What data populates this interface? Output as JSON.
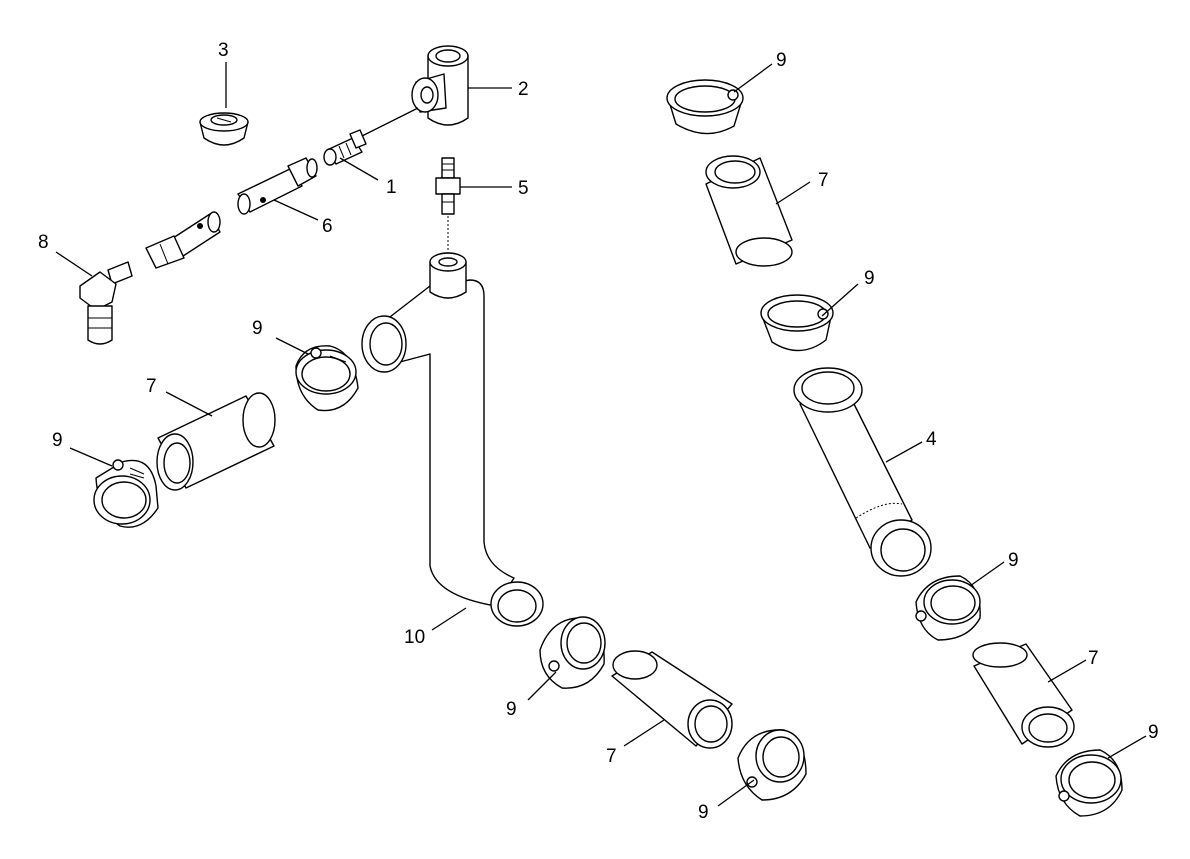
{
  "callouts": [
    {
      "id": "c1",
      "text": "1"
    },
    {
      "id": "c2",
      "text": "2"
    },
    {
      "id": "c3",
      "text": "3"
    },
    {
      "id": "c4",
      "text": "4"
    },
    {
      "id": "c5",
      "text": "5"
    },
    {
      "id": "c6",
      "text": "6"
    },
    {
      "id": "c7a",
      "text": "7"
    },
    {
      "id": "c7b",
      "text": "7"
    },
    {
      "id": "c7c",
      "text": "7"
    },
    {
      "id": "c7d",
      "text": "7"
    },
    {
      "id": "c8",
      "text": "8"
    },
    {
      "id": "c9a",
      "text": "9"
    },
    {
      "id": "c9b",
      "text": "9"
    },
    {
      "id": "c9c",
      "text": "9"
    },
    {
      "id": "c9d",
      "text": "9"
    },
    {
      "id": "c9e",
      "text": "9"
    },
    {
      "id": "c9f",
      "text": "9"
    },
    {
      "id": "c9g",
      "text": "9"
    },
    {
      "id": "c9h",
      "text": "9"
    },
    {
      "id": "c10",
      "text": "10"
    }
  ]
}
